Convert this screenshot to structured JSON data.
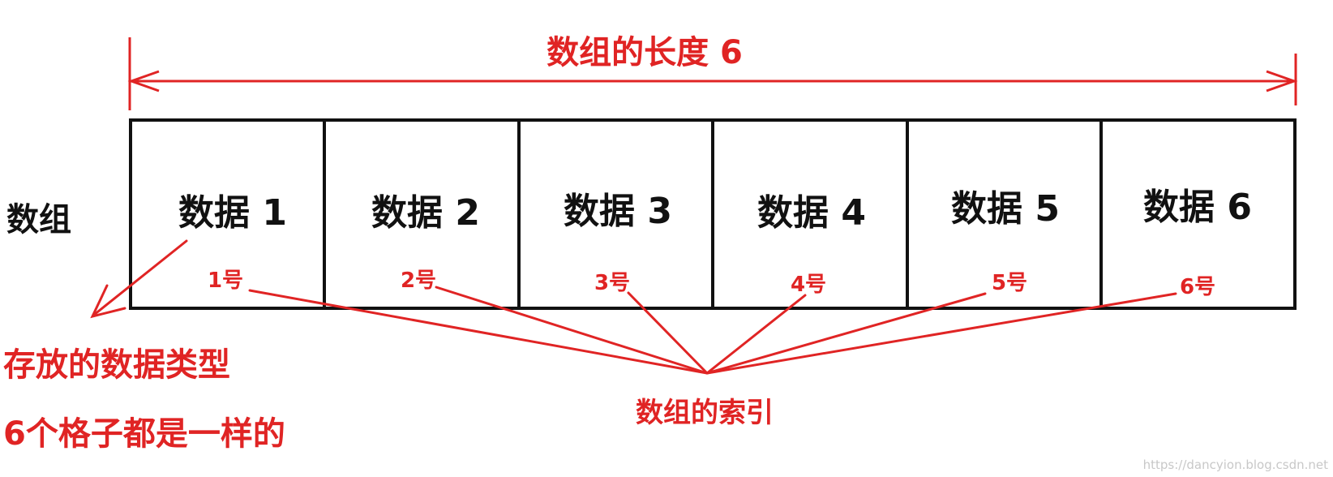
{
  "title": "数组的长度 6",
  "array_label": "数组",
  "cells": [
    {
      "data": "数据 1",
      "index": "1号"
    },
    {
      "data": "数据  2",
      "index": "2号"
    },
    {
      "data": "数据  3",
      "index": "3号"
    },
    {
      "data": "数据 4",
      "index": "4号"
    },
    {
      "data": "数据  5",
      "index": "5号"
    },
    {
      "data": "数据 6",
      "index": "6号"
    }
  ],
  "index_caption": "数组的索引",
  "type_note_line1": "存放的数据类型",
  "type_note_line2": "6个格子都是一样的",
  "watermark": "https://dancyion.blog.csdn.net",
  "colors": {
    "annotation": "#e02424",
    "border": "#111111"
  }
}
